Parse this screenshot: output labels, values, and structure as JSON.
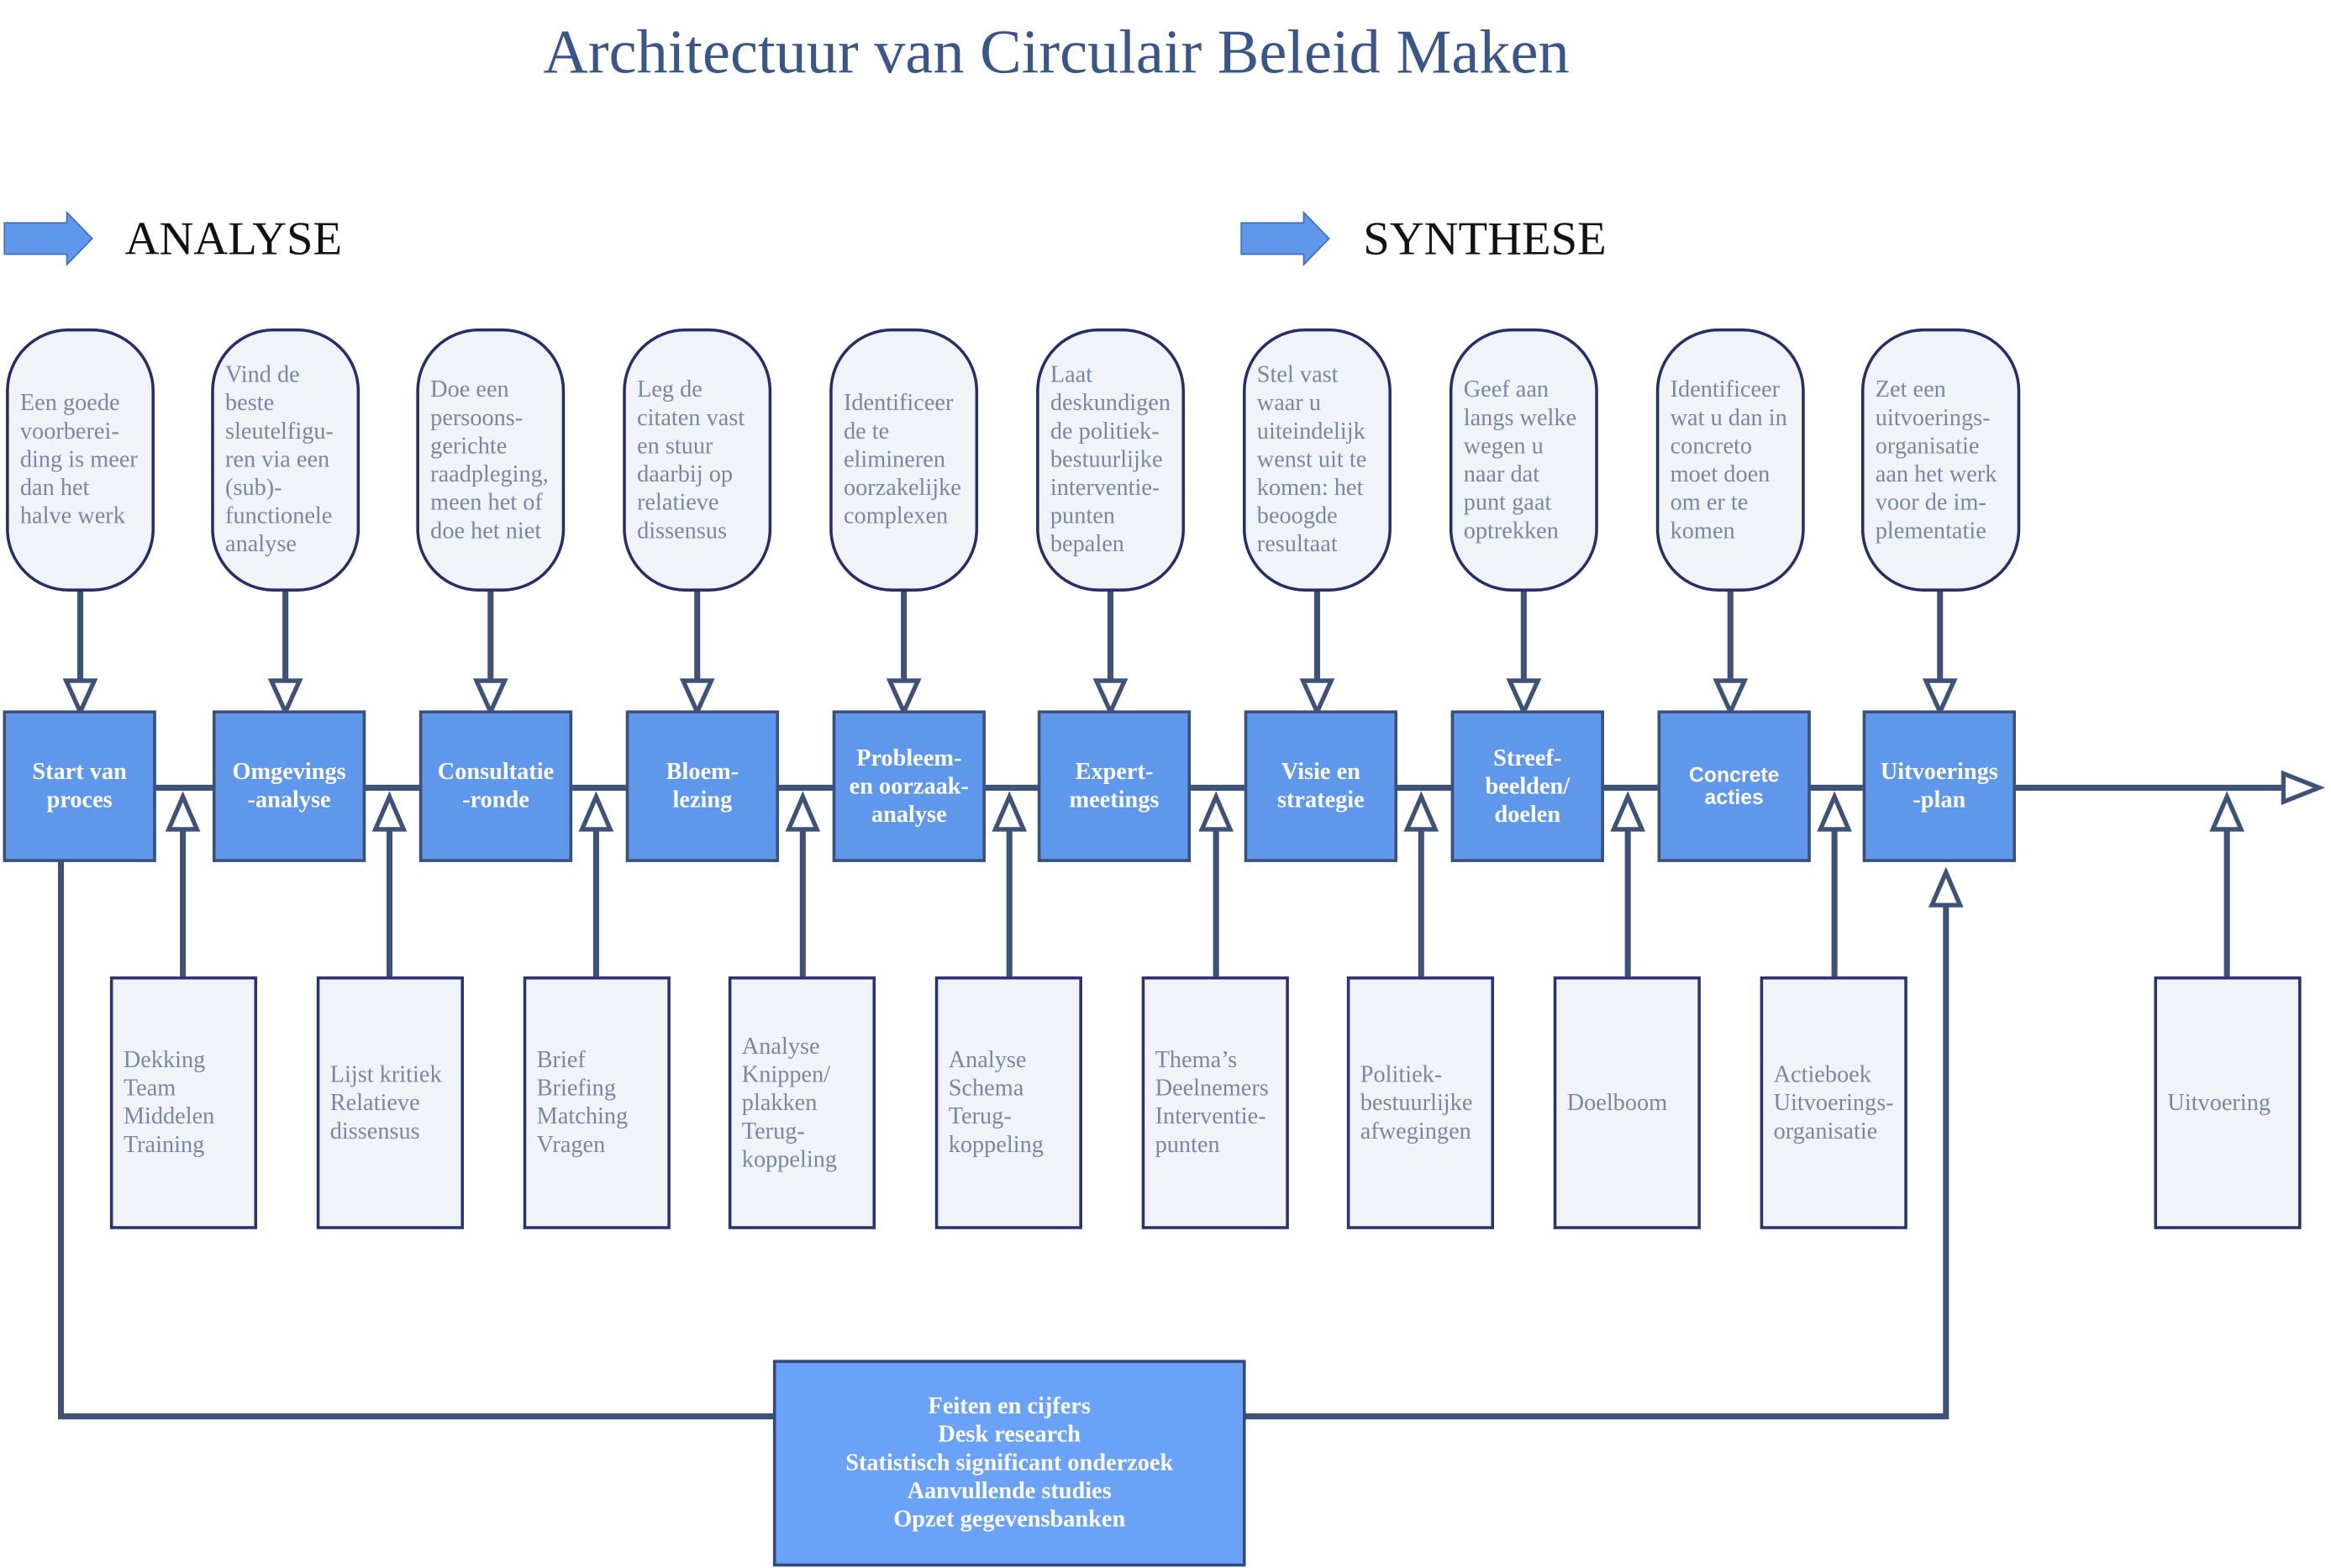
{
  "title": "Architectuur van Circulair Beleid Maken",
  "phases": [
    {
      "label": "ANALYSE",
      "icon": "arrow-right-icon"
    },
    {
      "label": "SYNTHESE",
      "icon": "arrow-right-icon"
    }
  ],
  "callouts": [
    "Een goede\nvoorberei-\nding is meer\ndan het\nhalve werk",
    "Vind de\nbeste\nsleutelfigu-\nren via een\n(sub)-\nfunctionele\nanalyse",
    "Doe een\npersoons-\ngerichte\nraadpleging,\nmeen het of\ndoe het niet",
    "Leg de\ncitaten vast\nen stuur\ndaarbij op\nrelatieve\ndissensus",
    "Identificeer\nde te\nelimineren\noorzakelijke\ncomplexen",
    "Laat\ndeskundigen\nde politiek-\nbestuurlijke\ninterventie-\npunten\nbepalen",
    "Stel vast\nwaar u\nuiteindelijk\nwenst uit te\nkomen: het\nbeoogde\nresultaat",
    "Geef aan\nlangs welke\nwegen u\nnaar dat\npunt gaat\noptrekken",
    "Identificeer\nwat u dan in\nconcreto\nmoet doen\nom er te\nkomen",
    "Zet een\nuitvoerings-\norganisatie\naan het werk\nvoor de im-\nplementatie"
  ],
  "steps": [
    "Start van\nproces",
    "Omgevings\n-analyse",
    "Consultatie\n-ronde",
    "Bloem-\nlezing",
    "Probleem-\nen oorzaak-\nanalyse",
    "Expert-\nmeetings",
    "Visie en\nstrategie",
    "Streef-\nbeelden/\ndoelen",
    "Concrete\nacties",
    "Uitvoerings\n-plan"
  ],
  "inputs": [
    "Dekking\nTeam\nMiddelen\nTraining",
    "Lijst kritiek\nRelatieve\ndissensus",
    "Brief\nBriefing\nMatching\nVragen",
    "Analyse\nKnippen/\nplakken\nTerug-\nkoppeling",
    "Analyse\nSchema\nTerug-\nkoppeling",
    "Thema’s\nDeelnemers\nInterventie-\npunten",
    "Politiek-\nbestuurlijke\nafwegingen",
    "Doelboom",
    "Actieboek\nUitvoerings-\norganisatie",
    "Uitvoering"
  ],
  "research": {
    "items": [
      "Feiten en cijfers",
      "Desk research",
      "Statistisch significant onderzoek",
      "Aanvullende studies",
      "Opzet gegevensbanken"
    ]
  },
  "colors": {
    "title": "#3a5689",
    "connector": "#3e5278",
    "step_fill": "#5f97ea",
    "step_border": "#3b5078",
    "callout_fill": "#f0f4f9",
    "callout_border": "#262d69",
    "input_fill": "#f0f4f9",
    "input_border": "#2a3270",
    "note_text": "#7a87a3",
    "research_fill": "#69a2f6",
    "research_border": "#34497b",
    "phase_arrow": "#5f97ea"
  }
}
